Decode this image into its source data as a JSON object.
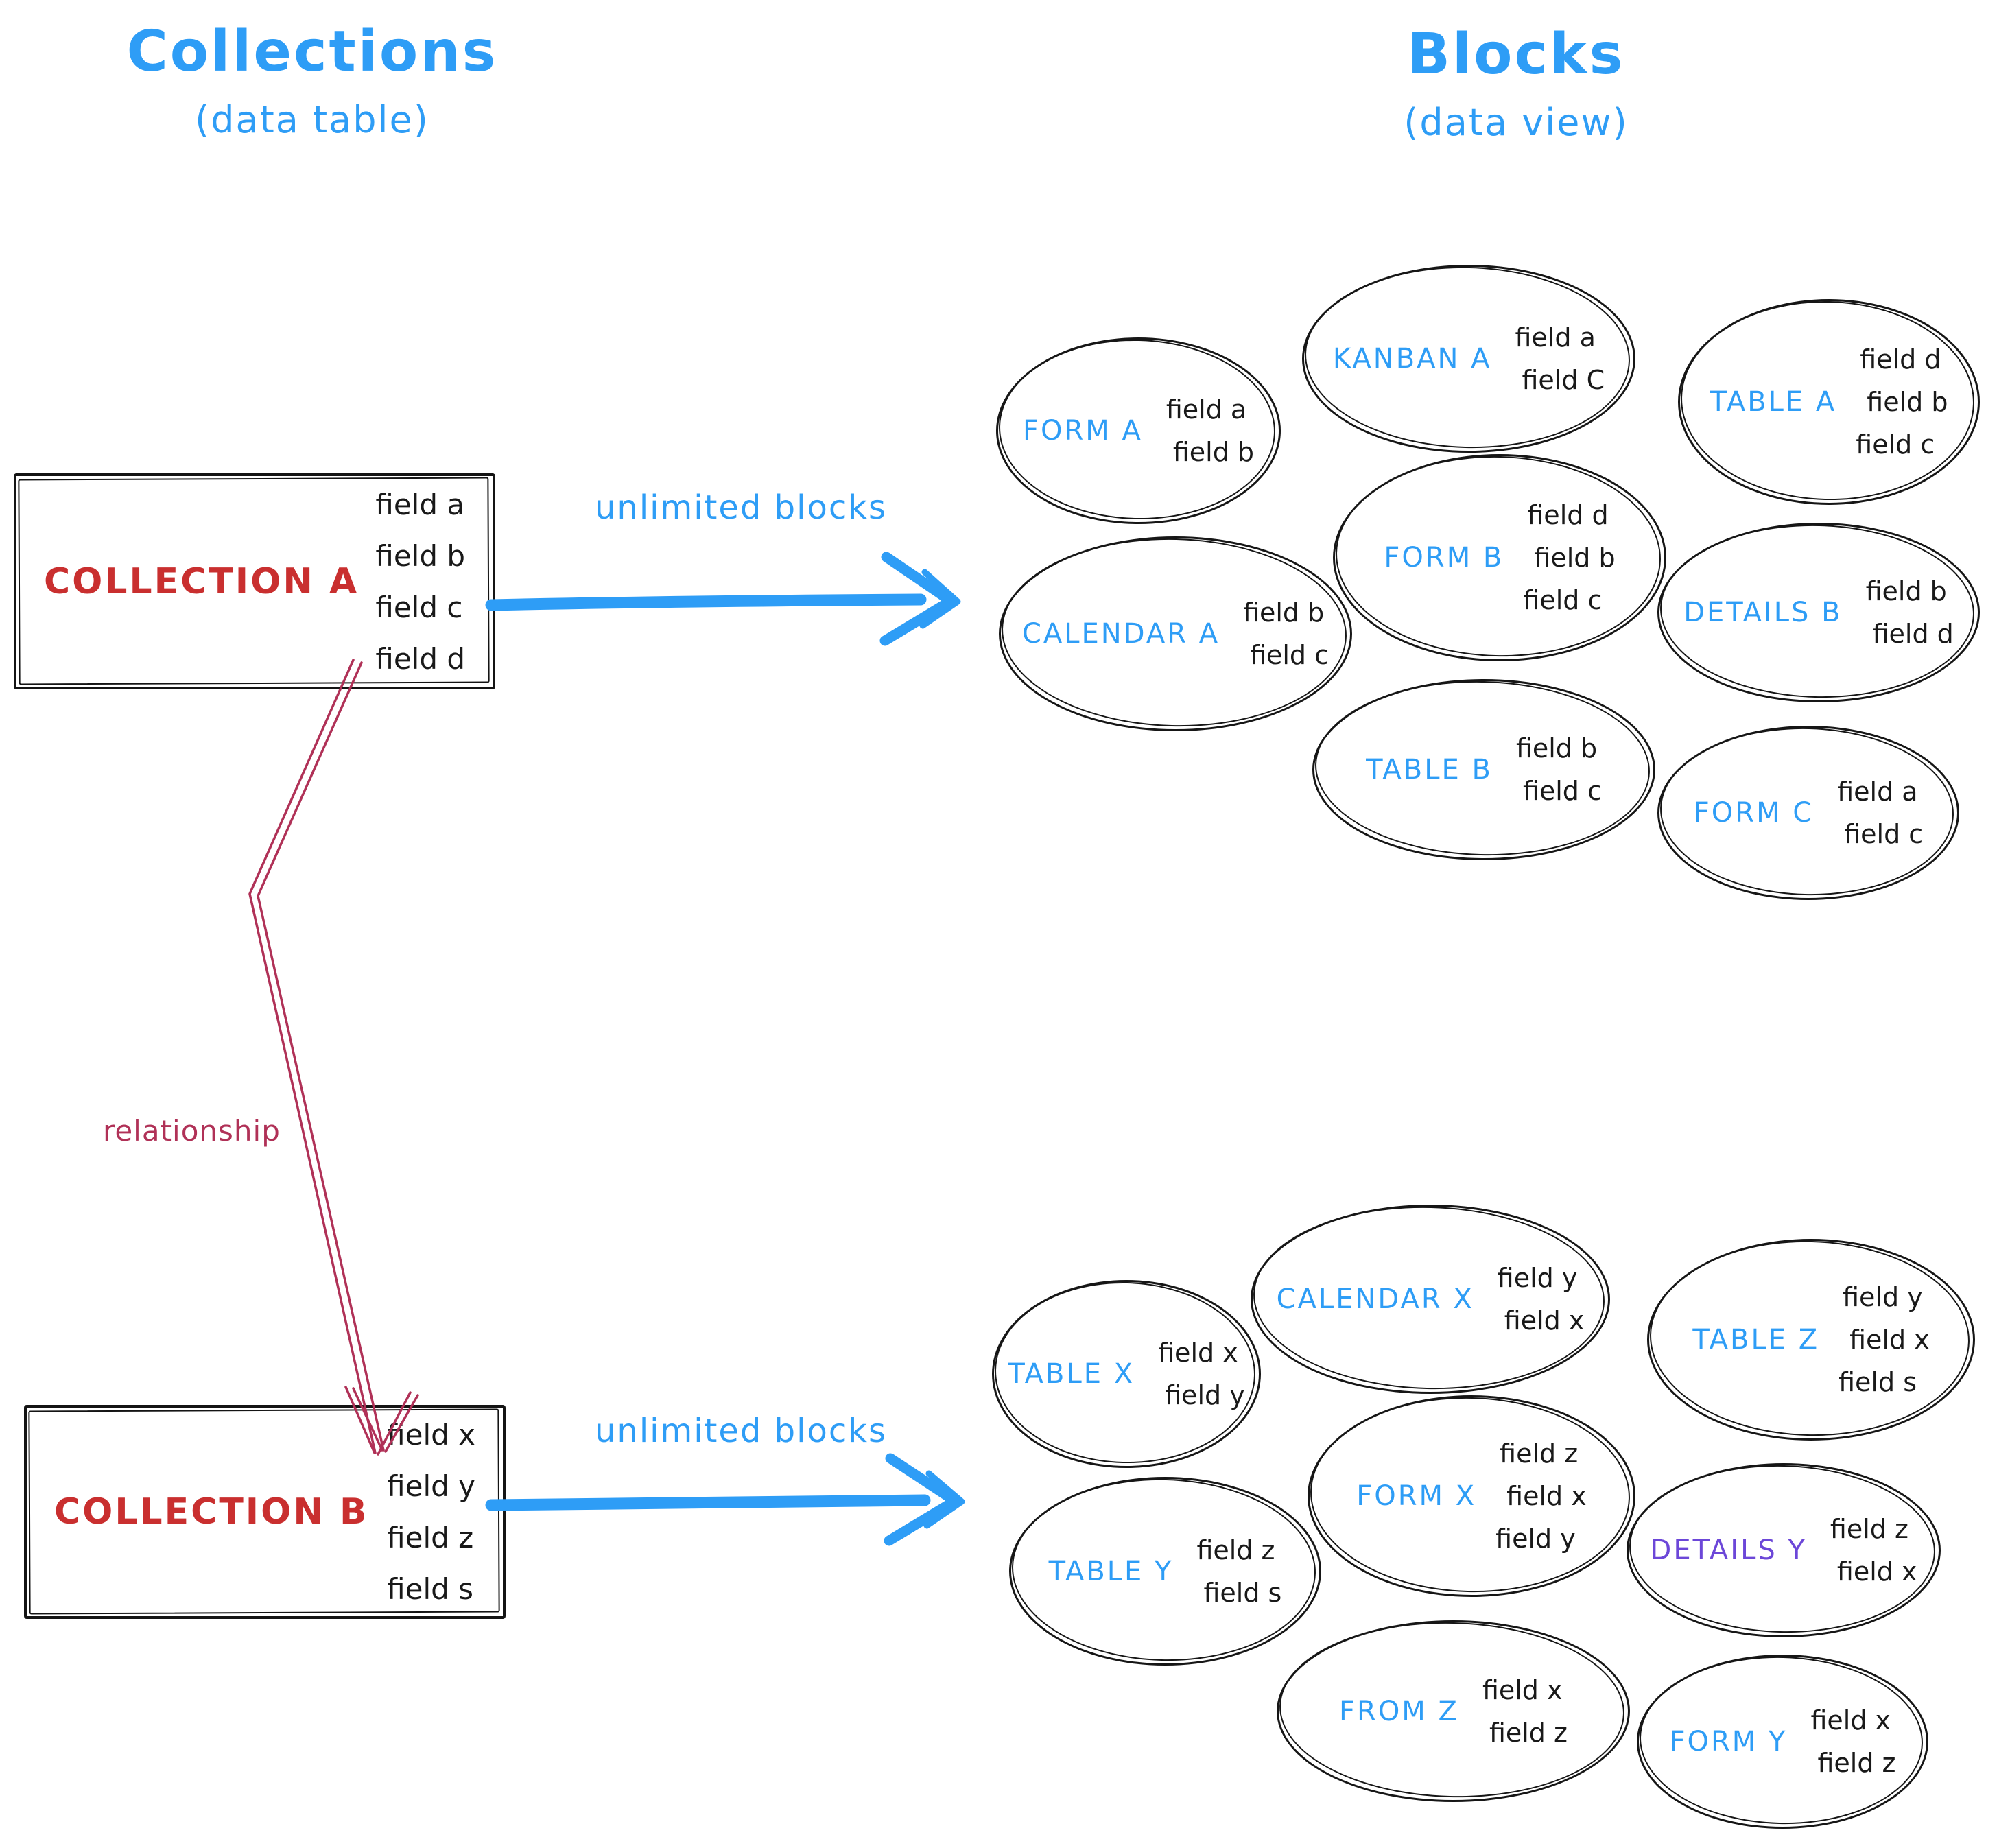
{
  "headers": {
    "left_title": "Collections",
    "left_subtitle": "(data table)",
    "right_title": "Blocks",
    "right_subtitle": "(data view)"
  },
  "collections": [
    {
      "name": "COLLECTION A",
      "fields": [
        "field a",
        "field b",
        "field c",
        "field d"
      ]
    },
    {
      "name": "COLLECTION B",
      "fields": [
        "field x",
        "field y",
        "field z",
        "field s"
      ]
    }
  ],
  "labels": {
    "unlimited_blocks_top": "unlimited blocks",
    "unlimited_blocks_bottom": "unlimited blocks",
    "relationship": "relationship"
  },
  "blocks_top": [
    {
      "name": "FORM A",
      "fields": [
        "field a",
        "field b"
      ]
    },
    {
      "name": "KANBAN A",
      "fields": [
        "field a",
        "field C"
      ]
    },
    {
      "name": "TABLE A",
      "fields": [
        "field d",
        "field b",
        "field c"
      ]
    },
    {
      "name": "FORM B",
      "fields": [
        "field d",
        "field b",
        "field c"
      ]
    },
    {
      "name": "CALENDAR A",
      "fields": [
        "field b",
        "field c"
      ]
    },
    {
      "name": "DETAILS B",
      "fields": [
        "field b",
        "field d"
      ]
    },
    {
      "name": "TABLE B",
      "fields": [
        "field b",
        "field c"
      ]
    },
    {
      "name": "FORM C",
      "fields": [
        "field a",
        "field c"
      ]
    }
  ],
  "blocks_bottom": [
    {
      "name": "TABLE X",
      "fields": [
        "field x",
        "field y"
      ]
    },
    {
      "name": "CALENDAR X",
      "fields": [
        "field y",
        "field x"
      ]
    },
    {
      "name": "TABLE Z",
      "fields": [
        "field y",
        "field x",
        "field s"
      ]
    },
    {
      "name": "FORM X",
      "fields": [
        "field z",
        "field x",
        "field y"
      ]
    },
    {
      "name": "TABLE Y",
      "fields": [
        "field z",
        "field s"
      ]
    },
    {
      "name": "DETAILS Y",
      "fields": [
        "field z",
        "field x"
      ]
    },
    {
      "name": "FROM Z",
      "fields": [
        "field x",
        "field z"
      ]
    },
    {
      "name": "FORM Y",
      "fields": [
        "field x",
        "field z"
      ]
    }
  ],
  "colors": {
    "accent_blue": "#2e9df6",
    "collection_red": "#c92f2f",
    "relationship_crimson": "#b03157",
    "details_purple": "#6c47d8",
    "ink": "#191919"
  }
}
